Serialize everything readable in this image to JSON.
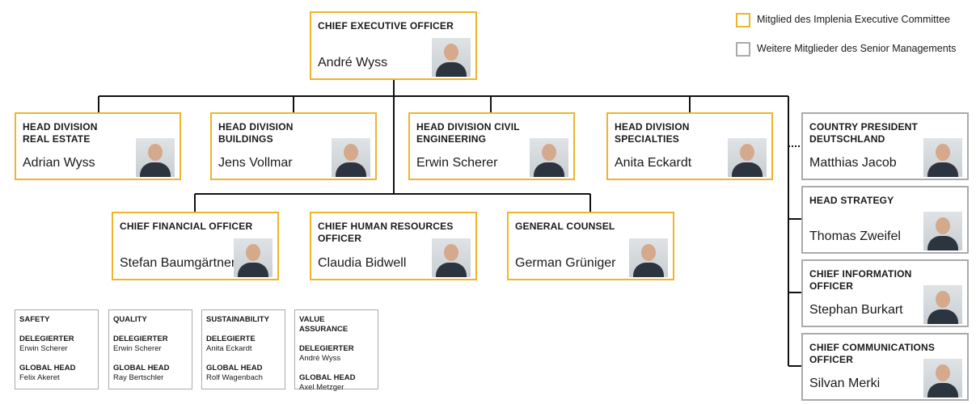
{
  "legend": {
    "exec": "Mitglied des Implenia Executive Committee",
    "senior": "Weitere Mitglieder des Senior Managements"
  },
  "colors": {
    "exec": "#f0b429",
    "senior": "#aaaaaa"
  },
  "ceo": {
    "role": "CHIEF EXECUTIVE OFFICER",
    "name": "André Wyss"
  },
  "divisions": [
    {
      "role": "HEAD DIVISION REAL ESTATE",
      "name": "Adrian Wyss"
    },
    {
      "role": "HEAD DIVISION BUILDINGS",
      "name": "Jens Vollmar"
    },
    {
      "role": "HEAD DIVISION CIVIL ENGINEERING",
      "name": "Erwin Scherer"
    },
    {
      "role": "HEAD DIVISION SPECIALTIES",
      "name": "Anita Eckardt"
    }
  ],
  "functions": [
    {
      "role": "CHIEF FINANCIAL OFFICER",
      "name": "Stefan Baumgärtner"
    },
    {
      "role": "CHIEF HUMAN RESOURCES OFFICER",
      "name": "Claudia Bidwell"
    },
    {
      "role": "GENERAL COUNSEL",
      "name": "German Grüniger"
    }
  ],
  "senior": [
    {
      "role": "COUNTRY PRESIDENT DEUTSCHLAND",
      "name": "Matthias Jacob"
    },
    {
      "role": "HEAD STRATEGY",
      "name": "Thomas Zweifel"
    },
    {
      "role": "CHIEF INFORMATION OFFICER",
      "name": "Stephan Burkart"
    },
    {
      "role": "CHIEF COMMUNICATIONS OFFICER",
      "name": "Silvan Merki"
    }
  ],
  "committees": [
    {
      "title": "SAFETY",
      "del_label": "DELEGIERTER",
      "del": "Erwin Scherer",
      "head_label": "GLOBAL HEAD",
      "head": "Felix Akeret"
    },
    {
      "title": "QUALITY",
      "del_label": "DELEGIERTER",
      "del": "Erwin Scherer",
      "head_label": "GLOBAL HEAD",
      "head": "Ray Bertschler"
    },
    {
      "title": "SUSTAINABILITY",
      "del_label": "DELEGIERTE",
      "del": "Anita Eckardt",
      "head_label": "GLOBAL HEAD",
      "head": "Rolf Wagenbach"
    },
    {
      "title": "VALUE ASSURANCE",
      "del_label": "DELEGIERTER",
      "del": "André Wyss",
      "head_label": "GLOBAL HEAD",
      "head": "Axel Metzger"
    }
  ]
}
